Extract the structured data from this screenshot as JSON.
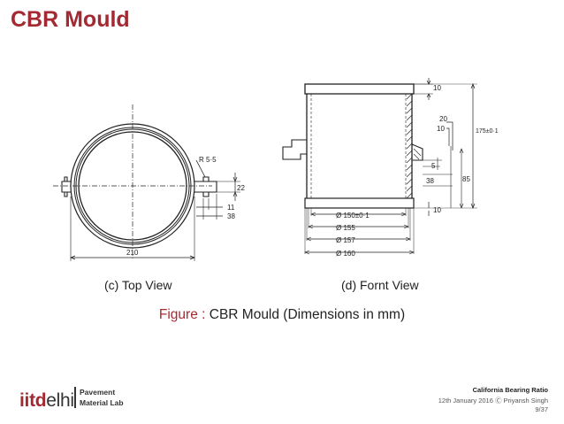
{
  "slide": {
    "title": "CBR Mould",
    "subfigure_c": "(c) Top View",
    "subfigure_d": "(d) Fornt View",
    "caption_label": "Figure :",
    "caption_text": "CBR Mould (Dimensions in mm)"
  },
  "top_view": {
    "radius_label": "R 5·5",
    "dim_22": "22",
    "dim_11": "11",
    "dim_38": "38",
    "dim_210": "210"
  },
  "front_view": {
    "dim_10_top": "10",
    "dim_20": "20",
    "dim_10_mid": "10",
    "dim_175": "175±0·1",
    "dim_5": "5",
    "dim_38": "38",
    "dim_85": "85",
    "dim_10_bottom": "10",
    "dia_150": "Ø 150±0·1",
    "dia_155": "Ø 155",
    "dia_157": "Ø 157",
    "dia_160": "Ø 160"
  },
  "footer": {
    "logo_iitd": "iitd",
    "logo_elhi": "elhi",
    "lab_line1": "Pavement",
    "lab_line2": "Material Lab",
    "topic": "California Bearing Ratio",
    "date_author": "12th January 2016 Ⓒ Priyansh Singh",
    "page": "9/37"
  },
  "colors": {
    "accent": "#a32a32",
    "text": "#222222"
  }
}
